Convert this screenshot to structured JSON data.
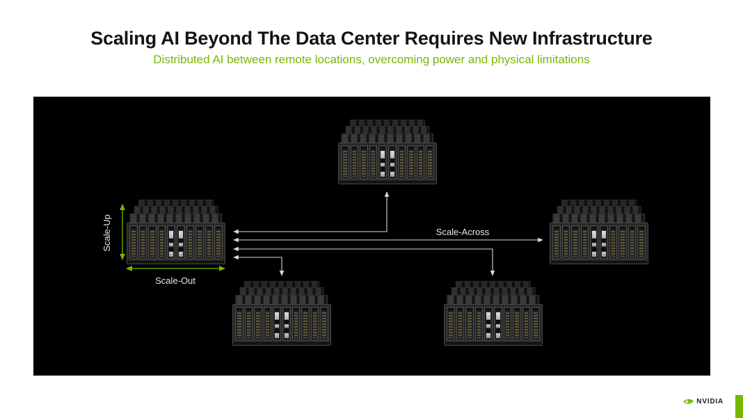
{
  "header": {
    "title": "Scaling AI Beyond The Data Center Requires New Infrastructure",
    "subtitle": "Distributed AI between remote locations, overcoming power and physical limitations"
  },
  "diagram": {
    "annotations": {
      "scale_up": "Scale-Up",
      "scale_out": "Scale-Out",
      "scale_across": "Scale-Across"
    },
    "nodes": [
      {
        "id": "top-center",
        "kind": "server-rack-cluster"
      },
      {
        "id": "left",
        "kind": "server-rack-cluster"
      },
      {
        "id": "right",
        "kind": "server-rack-cluster"
      },
      {
        "id": "bottom-left",
        "kind": "server-rack-cluster"
      },
      {
        "id": "bottom-right",
        "kind": "server-rack-cluster"
      }
    ],
    "connections": [
      {
        "from": "left",
        "to": "top-center",
        "style": "elbow",
        "arrows": "both",
        "label": ""
      },
      {
        "from": "left",
        "to": "right",
        "style": "straight",
        "arrows": "both",
        "label": "Scale-Across"
      },
      {
        "from": "left",
        "to": "bottom-right",
        "style": "elbow",
        "arrows": "both",
        "label": ""
      },
      {
        "from": "left",
        "to": "bottom-left",
        "style": "elbow",
        "arrows": "both",
        "label": ""
      }
    ]
  },
  "footer": {
    "brand": "NVIDIA"
  },
  "colors": {
    "accent_green": "#76b900",
    "panel_background": "#000000",
    "connector_gray": "#d9d9d9",
    "title_text": "#141414"
  }
}
